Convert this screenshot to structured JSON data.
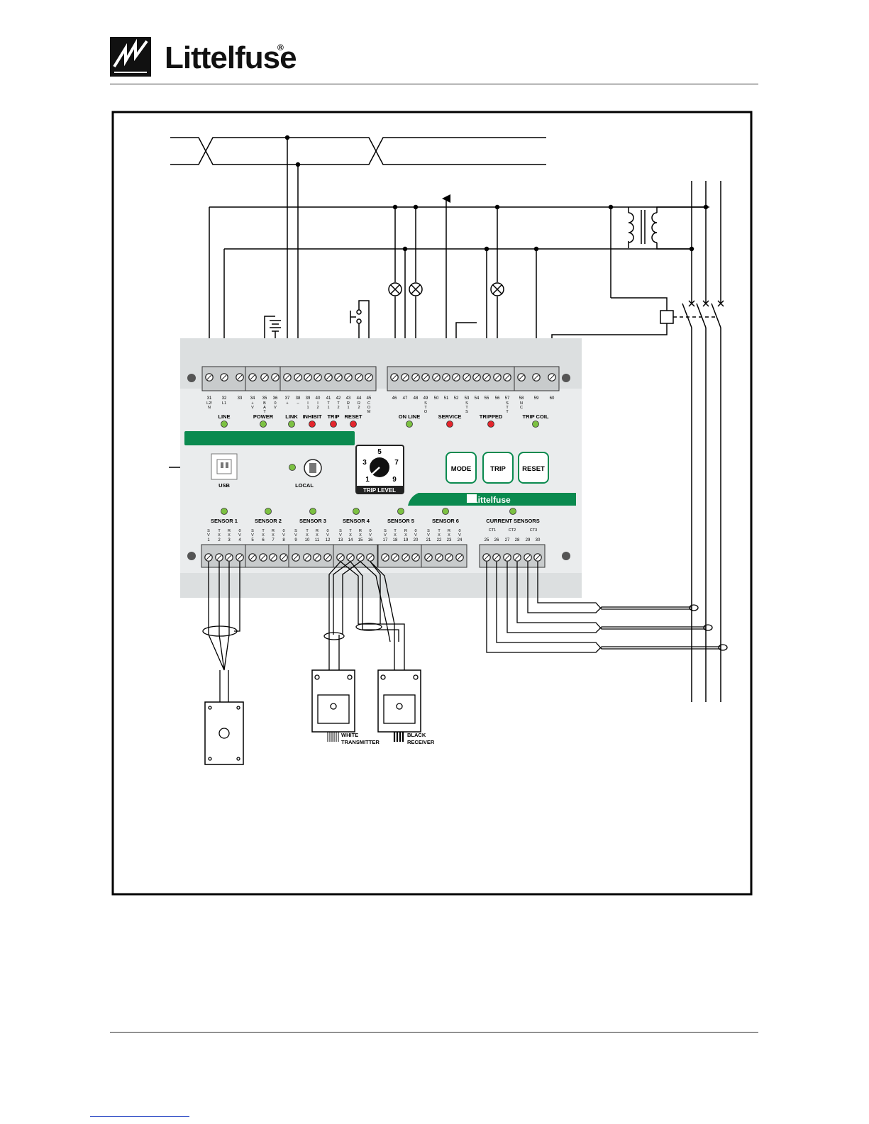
{
  "header": {
    "brand_name": "Littelfuse",
    "registered_mark": "®"
  },
  "panel": {
    "top_terminal_numbers": [
      "31",
      "32",
      "33",
      "34",
      "35",
      "36",
      "37",
      "38",
      "39",
      "40",
      "41",
      "42",
      "43",
      "44",
      "45",
      "46",
      "47",
      "48",
      "49",
      "50",
      "51",
      "52",
      "53",
      "54",
      "55",
      "56",
      "57",
      "58",
      "59",
      "60"
    ],
    "top_terminal_sublabels": {
      "31": "L2/ N",
      "32": "L1",
      "34": "+ V",
      "35": "B A T",
      "36": "0 V",
      "37": "+",
      "38": "–",
      "39": "I 1",
      "40": "I 2",
      "41": "T 1",
      "42": "T 2",
      "43": "R 1",
      "44": "R 2",
      "45": "C O M",
      "49": "S T O",
      "53": "S T S",
      "57": "S T T",
      "58": "N C"
    },
    "top_group_labels": [
      "LINE",
      "POWER",
      "LINK",
      "INHIBIT",
      "TRIP",
      "RESET",
      "ON LINE",
      "SERVICE",
      "TRIPPED",
      "TRIP COIL"
    ],
    "center_labels": {
      "usb": "USB",
      "local": "LOCAL",
      "trip_level": "TRIP LEVEL",
      "dial_numbers": [
        "1",
        "3",
        "5",
        "7",
        "9"
      ]
    },
    "buttons": [
      "MODE",
      "TRIP",
      "RESET"
    ],
    "panel_brand": "Littelfuse",
    "bottom_group_labels": [
      "SENSOR 1",
      "SENSOR 2",
      "SENSOR 3",
      "SENSOR 4",
      "SENSOR 5",
      "SENSOR 6",
      "CURRENT SENSORS"
    ],
    "sensor_pin_letters": [
      "S V",
      "T X",
      "R X",
      "0 V"
    ],
    "bottom_terminal_numbers": [
      "1",
      "2",
      "3",
      "4",
      "5",
      "6",
      "7",
      "8",
      "9",
      "10",
      "11",
      "12",
      "13",
      "14",
      "15",
      "16",
      "17",
      "18",
      "19",
      "20",
      "21",
      "22",
      "23",
      "24",
      "25",
      "26",
      "27",
      "28",
      "29",
      "30"
    ],
    "ct_labels": [
      "CT1",
      "CT2",
      "CT3"
    ]
  },
  "sensors": {
    "transmitter_label": "WHITE TRANSMITTER",
    "transmitter_line1": "WHITE",
    "transmitter_line2": "TRANSMITTER",
    "receiver_line1": "BLACK",
    "receiver_line2": "RECEIVER"
  },
  "colors": {
    "panel_gray": "#dcdfe0",
    "panel_light": "#eaeced",
    "brand_green": "#0a8a4f",
    "led_green": "#7cc142",
    "led_red": "#e3262d",
    "terminal_strip": "#c8cbcc"
  }
}
